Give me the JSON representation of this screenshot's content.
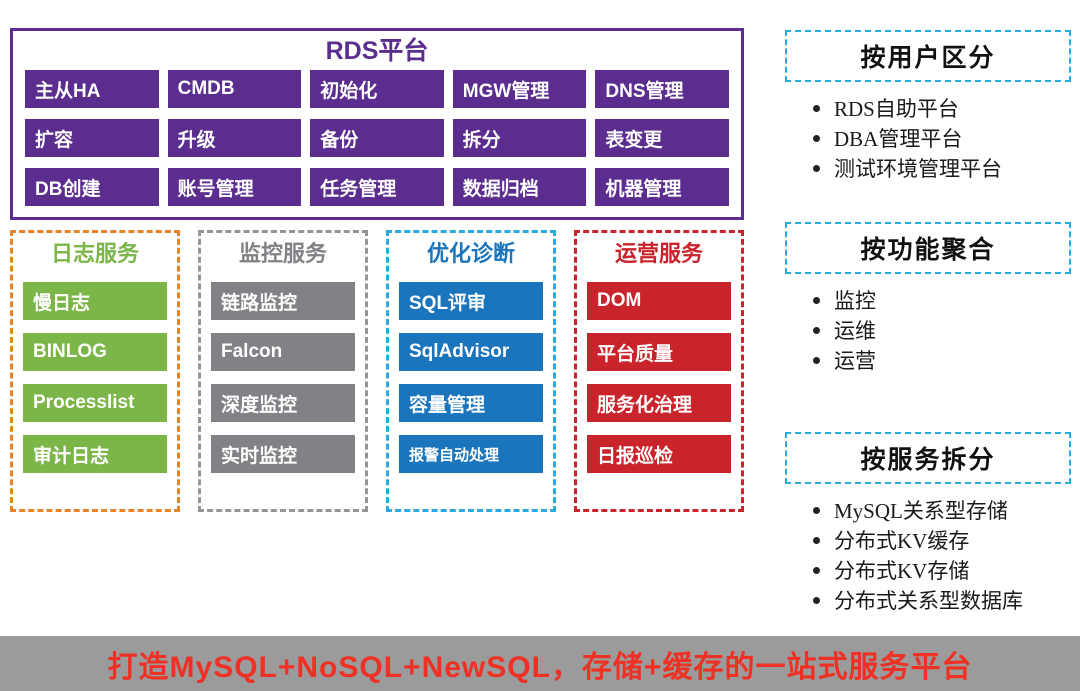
{
  "rds": {
    "title": "RDS平台",
    "tiles": [
      "主从HA",
      "CMDB",
      "初始化",
      "MGW管理",
      "DNS管理",
      "扩容",
      "升级",
      "备份",
      "拆分",
      "表变更",
      "DB创建",
      "账号管理",
      "任务管理",
      "数据归档",
      "机器管理"
    ]
  },
  "service_groups": [
    {
      "title": "日志服务",
      "tiles": [
        "慢日志",
        "BINLOG",
        "Processlist",
        "审计日志"
      ]
    },
    {
      "title": "监控服务",
      "tiles": [
        "链路监控",
        "Falcon",
        "深度监控",
        "实时监控"
      ]
    },
    {
      "title": "优化诊断",
      "tiles": [
        "SQL评审",
        "SqlAdvisor",
        "容量管理",
        "报警自动处理"
      ]
    },
    {
      "title": "运营服务",
      "tiles": [
        "DOM",
        "平台质量",
        "服务化治理",
        "日报巡检"
      ]
    }
  ],
  "right_panels": [
    {
      "title": "按用户区分",
      "bullets": [
        "RDS自助平台",
        "DBA管理平台",
        "测试环境管理平台"
      ]
    },
    {
      "title": "按功能聚合",
      "bullets": [
        "监控",
        "运维",
        "运营"
      ]
    },
    {
      "title": "按服务拆分",
      "bullets": [
        "MySQL关系型存储",
        "分布式KV缓存",
        "分布式KV存储",
        "分布式关系型数据库"
      ]
    }
  ],
  "footer": {
    "text": "打造MySQL+NoSQL+NewSQL，存储+缓存的一站式服务平台"
  },
  "colors": {
    "purple": "#5b2d8f",
    "green": "#7cb648",
    "gray": "#808285",
    "blue": "#1b75bc",
    "red": "#c9242b",
    "orange_border": "#e98426",
    "dashed_blue_border": "#29abe2",
    "footer_bg": "#9b9b9b",
    "footer_text": "#ee3124"
  }
}
